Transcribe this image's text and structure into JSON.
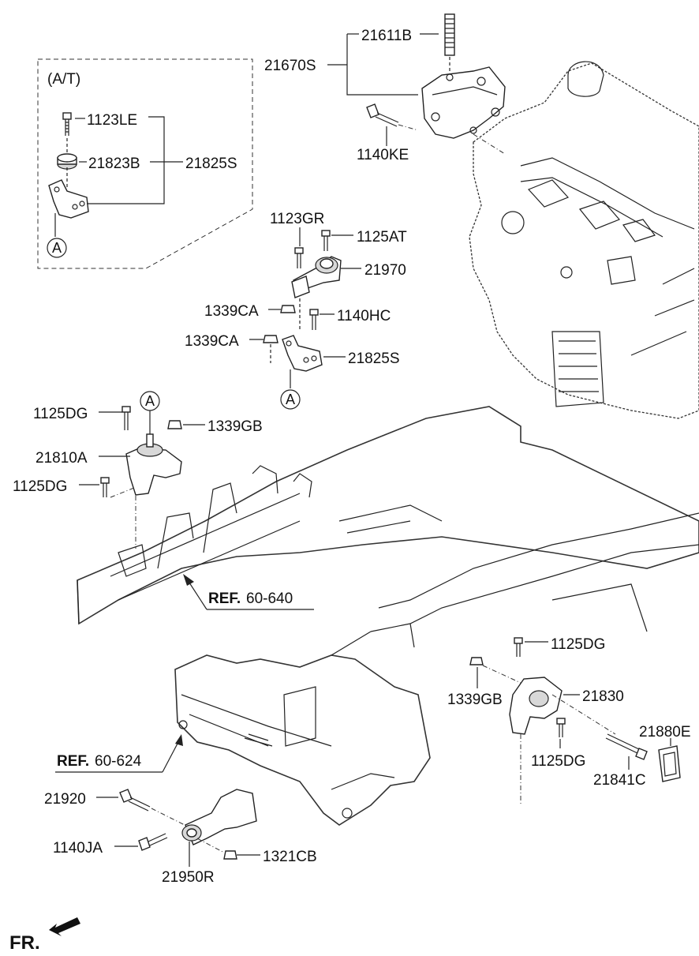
{
  "inset": {
    "title": "(A/T)"
  },
  "labels": {
    "p21611B": "21611B",
    "p21670S": "21670S",
    "p1140KE": "1140KE",
    "p1123LE": "1123LE",
    "p21823B": "21823B",
    "p21825S_inset": "21825S",
    "p1123GR": "1123GR",
    "p1125AT": "1125AT",
    "p21970": "21970",
    "p1339CA_1": "1339CA",
    "p1140HC": "1140HC",
    "p1339CA_2": "1339CA",
    "p21825S": "21825S",
    "p1125DG_1": "1125DG",
    "p1339GB_1": "1339GB",
    "p21810A": "21810A",
    "p1125DG_2": "1125DG",
    "p1125DG_3": "1125DG",
    "p1339GB_2": "1339GB",
    "p21830": "21830",
    "p1125DG_4": "1125DG",
    "p21880E": "21880E",
    "p21841C": "21841C",
    "p21920": "21920",
    "p1140JA": "1140JA",
    "p1321CB": "1321CB",
    "p21950R": "21950R"
  },
  "refs": {
    "ref1_bold": "REF.",
    "ref1_num": "60-640",
    "ref2_bold": "REF.",
    "ref2_num": "60-624"
  },
  "circles": {
    "a_inset": "A",
    "a_bracket": "A",
    "a_mount": "A"
  },
  "direction": {
    "label": "FR.",
    "icon": "front-arrow-icon"
  }
}
